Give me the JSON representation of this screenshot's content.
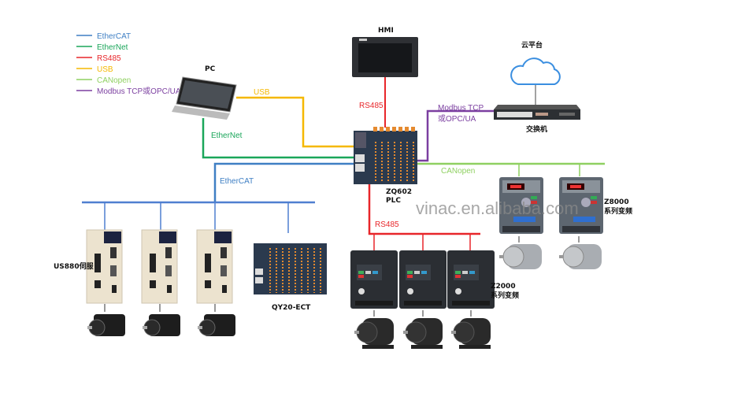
{
  "colors": {
    "ethercat": "#3f7fc4",
    "ethernet": "#1aa65a",
    "rs485": "#e8262a",
    "usb": "#f5b800",
    "canopen": "#8fd061",
    "modbus": "#7b3fa0"
  },
  "legend": [
    {
      "label": "EtherCAT",
      "color": "#3f7fc4"
    },
    {
      "label": "EtherNet",
      "color": "#1aa65a"
    },
    {
      "label": "RS485",
      "color": "#e8262a"
    },
    {
      "label": "USB",
      "color": "#f5b800"
    },
    {
      "label": "CANopen",
      "color": "#8fd061"
    },
    {
      "label": "Modbus TCP或OPC/UA",
      "color": "#7b3fa0"
    }
  ],
  "devices": {
    "pc": "PC",
    "hmi": "HMI",
    "cloud": "云平台",
    "switch": "交换机",
    "plc_line1": "ZQ602",
    "plc_line2": "PLC",
    "servo": "US880伺服",
    "io_module": "QY20-ECT",
    "z2000_line1": "Z2000",
    "z2000_line2": "系列变频",
    "z8000_line1": "Z8000",
    "z8000_line2": "系列变频"
  },
  "links": {
    "usb": "USB",
    "ethernet": "EtherNet",
    "ethercat": "EtherCAT",
    "rs485_top": "RS485",
    "rs485_bottom": "RS485",
    "modbus_line1": "Modbus TCP",
    "modbus_line2": "或OPC/UA",
    "canopen": "CANopen"
  },
  "watermark": "vinac.en.alibaba.com"
}
